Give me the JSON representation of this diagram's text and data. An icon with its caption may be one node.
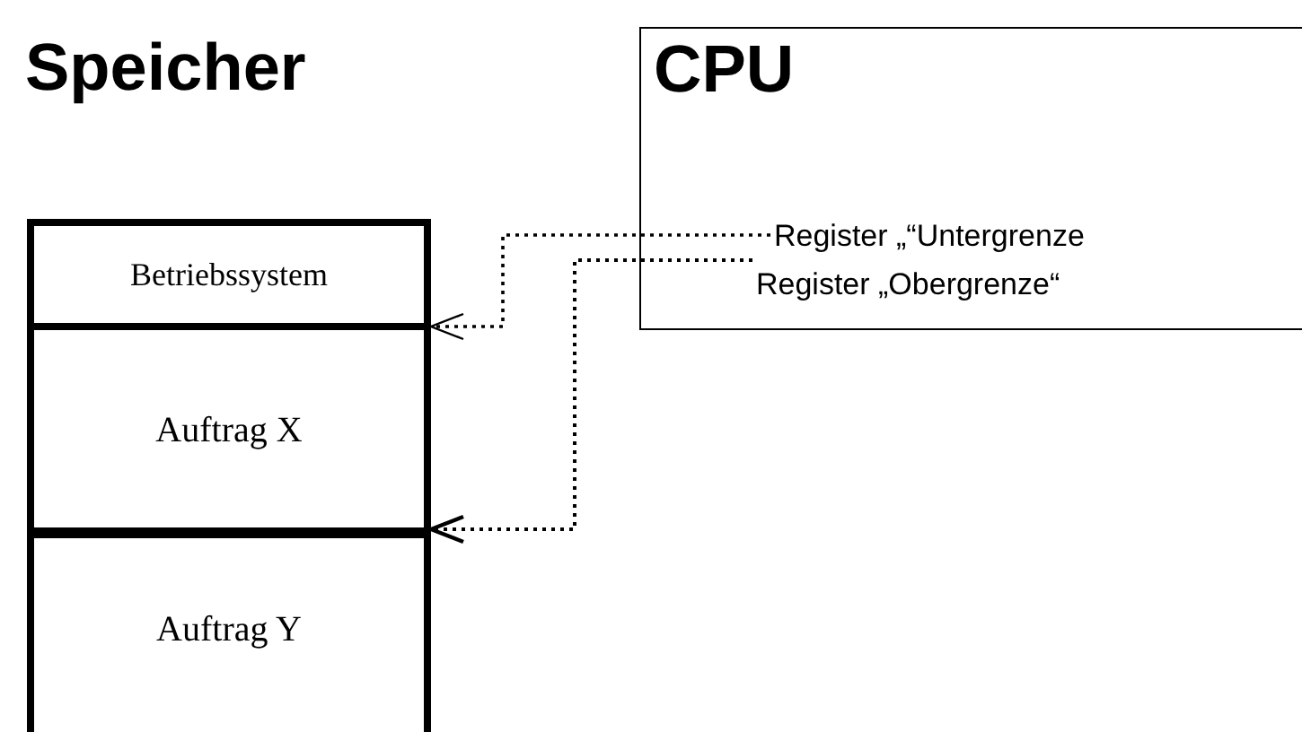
{
  "diagram": {
    "nodes": [
      {
        "text": [
          "CPU"
        ]
      },
      {
        "text": [
          "Register „“Untergrenze"
        ],
        "in": 0
      },
      {
        "text": [
          "Register „Obergrenze“"
        ],
        "in": 0
      },
      {
        "text": [
          "Betriebssystem"
        ]
      },
      {
        "text": [
          "Auftrag X"
        ]
      },
      {
        "text": [
          "Auftrag Y"
        ]
      }
    ],
    "edges": [
      {
        "from": 1,
        "to": 4,
        "arrow": "to",
        "style": "dashed"
      },
      {
        "from": 2,
        "to": 5,
        "arrow": "to",
        "style": "dashed"
      }
    ],
    "labels": [
      "Speicher"
    ]
  }
}
